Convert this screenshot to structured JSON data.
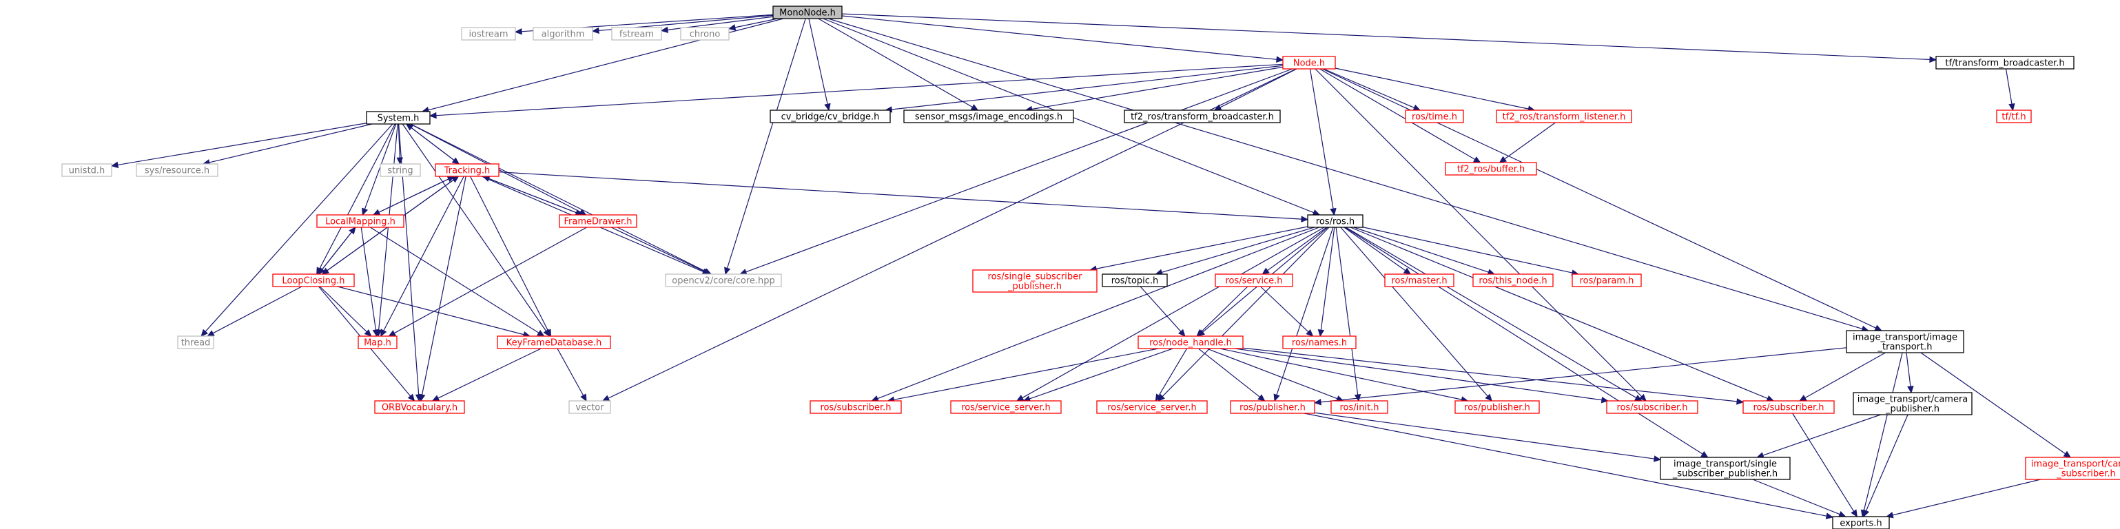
{
  "title": "MonoNode.h",
  "colors": {
    "edge": "#191970",
    "text_default": "#000000",
    "text_missing": "#ff0000",
    "border_normal": "#000000",
    "border_missing": "#ff0000",
    "border_system": "#bfbfbf",
    "text_system": "#7f7f7f",
    "root_fill": "#bfbfbf"
  },
  "nodes": [
    {
      "id": "MonoNode_h",
      "label": "MonoNode.h",
      "kind": "root"
    },
    {
      "id": "iostream",
      "label": "iostream",
      "kind": "system"
    },
    {
      "id": "algorithm",
      "label": "algorithm",
      "kind": "system"
    },
    {
      "id": "fstream",
      "label": "fstream",
      "kind": "system"
    },
    {
      "id": "chrono",
      "label": "chrono",
      "kind": "system"
    },
    {
      "id": "Node_h",
      "label": "Node.h",
      "kind": "missing"
    },
    {
      "id": "tf_tb",
      "label": "tf/transform_broadcaster.h",
      "kind": "normal"
    },
    {
      "id": "tf_tf",
      "label": "tf/tf.h",
      "kind": "missing"
    },
    {
      "id": "System_h",
      "label": "System.h",
      "kind": "normal"
    },
    {
      "id": "cv_bridge",
      "label": "cv_bridge/cv_bridge.h",
      "kind": "normal"
    },
    {
      "id": "sensor_msgs",
      "label": "sensor_msgs/image_encodings.h",
      "kind": "normal"
    },
    {
      "id": "tf2_tb",
      "label": "tf2_ros/transform_broadcaster.h",
      "kind": "normal"
    },
    {
      "id": "ros_time",
      "label": "ros/time.h",
      "kind": "missing"
    },
    {
      "id": "tf2_tl",
      "label": "tf2_ros/transform_listener.h",
      "kind": "missing"
    },
    {
      "id": "tf2_buffer",
      "label": "tf2_ros/buffer.h",
      "kind": "missing"
    },
    {
      "id": "unistd",
      "label": "unistd.h",
      "kind": "system"
    },
    {
      "id": "sys_resource",
      "label": "sys/resource.h",
      "kind": "system"
    },
    {
      "id": "string",
      "label": "string",
      "kind": "system"
    },
    {
      "id": "Tracking_h",
      "label": "Tracking.h",
      "kind": "missing"
    },
    {
      "id": "LocalMapping_h",
      "label": "LocalMapping.h",
      "kind": "missing"
    },
    {
      "id": "FrameDrawer_h",
      "label": "FrameDrawer.h",
      "kind": "missing"
    },
    {
      "id": "LoopClosing_h",
      "label": "LoopClosing.h",
      "kind": "missing"
    },
    {
      "id": "opencv_core",
      "label": "opencv2/core/core.hpp",
      "kind": "system"
    },
    {
      "id": "thread",
      "label": "thread",
      "kind": "system"
    },
    {
      "id": "Map_h",
      "label": "Map.h",
      "kind": "missing"
    },
    {
      "id": "KeyFrameDatabase_h",
      "label": "KeyFrameDatabase.h",
      "kind": "missing"
    },
    {
      "id": "ORBVocabulary_h",
      "label": "ORBVocabulary.h",
      "kind": "missing"
    },
    {
      "id": "vector",
      "label": "vector",
      "kind": "system"
    },
    {
      "id": "ros_ros",
      "label": "ros/ros.h",
      "kind": "normal"
    },
    {
      "id": "ros_ssp",
      "label": "ros/single_subscriber\n_publisher.h",
      "kind": "missing"
    },
    {
      "id": "ros_topic",
      "label": "ros/topic.h",
      "kind": "normal"
    },
    {
      "id": "ros_service",
      "label": "ros/service.h",
      "kind": "missing"
    },
    {
      "id": "ros_master",
      "label": "ros/master.h",
      "kind": "missing"
    },
    {
      "id": "ros_this_node",
      "label": "ros/this_node.h",
      "kind": "missing"
    },
    {
      "id": "ros_param",
      "label": "ros/param.h",
      "kind": "missing"
    },
    {
      "id": "ros_node_handle",
      "label": "ros/node_handle.h",
      "kind": "missing"
    },
    {
      "id": "ros_names",
      "label": "ros/names.h",
      "kind": "missing"
    },
    {
      "id": "it_image_transport",
      "label": "image_transport/image\n_transport.h",
      "kind": "normal"
    },
    {
      "id": "ros_subscriber_1",
      "label": "ros/subscriber.h",
      "kind": "missing"
    },
    {
      "id": "ros_service_server_1",
      "label": "ros/service_server.h",
      "kind": "missing"
    },
    {
      "id": "ros_service_server_2",
      "label": "ros/service_server.h",
      "kind": "missing"
    },
    {
      "id": "ros_publisher_1",
      "label": "ros/publisher.h",
      "kind": "missing"
    },
    {
      "id": "ros_init",
      "label": "ros/init.h",
      "kind": "missing"
    },
    {
      "id": "ros_publisher_2",
      "label": "ros/publisher.h",
      "kind": "missing"
    },
    {
      "id": "ros_subscriber_2",
      "label": "ros/subscriber.h",
      "kind": "missing"
    },
    {
      "id": "ros_subscriber_3",
      "label": "ros/subscriber.h",
      "kind": "missing"
    },
    {
      "id": "it_camera_publisher",
      "label": "image_transport/camera\n_publisher.h",
      "kind": "normal"
    },
    {
      "id": "it_camera_subscriber",
      "label": "image_transport/camera\n_subscriber.h",
      "kind": "missing"
    },
    {
      "id": "it_single_subscriber_publisher",
      "label": "image_transport/single\n_subscriber_publisher.h",
      "kind": "normal"
    },
    {
      "id": "exports",
      "label": "exports.h",
      "kind": "normal"
    }
  ],
  "edges": [
    [
      "MonoNode_h",
      "iostream"
    ],
    [
      "MonoNode_h",
      "algorithm"
    ],
    [
      "MonoNode_h",
      "fstream"
    ],
    [
      "MonoNode_h",
      "chrono"
    ],
    [
      "MonoNode_h",
      "Node_h"
    ],
    [
      "MonoNode_h",
      "tf_tb"
    ],
    [
      "MonoNode_h",
      "System_h"
    ],
    [
      "MonoNode_h",
      "cv_bridge"
    ],
    [
      "MonoNode_h",
      "sensor_msgs"
    ],
    [
      "MonoNode_h",
      "opencv_core"
    ],
    [
      "MonoNode_h",
      "ros_ros"
    ],
    [
      "MonoNode_h",
      "it_image_transport"
    ],
    [
      "tf_tb",
      "tf_tf"
    ],
    [
      "Node_h",
      "System_h"
    ],
    [
      "Node_h",
      "cv_bridge"
    ],
    [
      "Node_h",
      "sensor_msgs"
    ],
    [
      "Node_h",
      "tf2_tb"
    ],
    [
      "Node_h",
      "ros_time"
    ],
    [
      "Node_h",
      "tf2_tl"
    ],
    [
      "Node_h",
      "tf2_buffer"
    ],
    [
      "Node_h",
      "ros_ros"
    ],
    [
      "Node_h",
      "opencv_core"
    ],
    [
      "Node_h",
      "vector"
    ],
    [
      "Node_h",
      "it_image_transport"
    ],
    [
      "Node_h",
      "ros_subscriber_2"
    ],
    [
      "tf2_tl",
      "tf2_buffer"
    ],
    [
      "System_h",
      "unistd"
    ],
    [
      "System_h",
      "sys_resource"
    ],
    [
      "System_h",
      "string"
    ],
    [
      "System_h",
      "Tracking_h"
    ],
    [
      "System_h",
      "LocalMapping_h"
    ],
    [
      "System_h",
      "FrameDrawer_h"
    ],
    [
      "System_h",
      "LoopClosing_h"
    ],
    [
      "System_h",
      "opencv_core"
    ],
    [
      "System_h",
      "thread"
    ],
    [
      "System_h",
      "Map_h"
    ],
    [
      "System_h",
      "KeyFrameDatabase_h"
    ],
    [
      "System_h",
      "ORBVocabulary_h"
    ],
    [
      "Tracking_h",
      "System_h"
    ],
    [
      "Tracking_h",
      "LocalMapping_h"
    ],
    [
      "Tracking_h",
      "FrameDrawer_h"
    ],
    [
      "Tracking_h",
      "LoopClosing_h"
    ],
    [
      "Tracking_h",
      "Map_h"
    ],
    [
      "Tracking_h",
      "KeyFrameDatabase_h"
    ],
    [
      "Tracking_h",
      "ORBVocabulary_h"
    ],
    [
      "Tracking_h",
      "opencv_core"
    ],
    [
      "Tracking_h",
      "ros_ros"
    ],
    [
      "LocalMapping_h",
      "Tracking_h"
    ],
    [
      "LocalMapping_h",
      "LoopClosing_h"
    ],
    [
      "LocalMapping_h",
      "Map_h"
    ],
    [
      "LocalMapping_h",
      "KeyFrameDatabase_h"
    ],
    [
      "FrameDrawer_h",
      "Tracking_h"
    ],
    [
      "FrameDrawer_h",
      "Map_h"
    ],
    [
      "FrameDrawer_h",
      "opencv_core"
    ],
    [
      "LoopClosing_h",
      "Tracking_h"
    ],
    [
      "LoopClosing_h",
      "LocalMapping_h"
    ],
    [
      "LoopClosing_h",
      "Map_h"
    ],
    [
      "LoopClosing_h",
      "KeyFrameDatabase_h"
    ],
    [
      "LoopClosing_h",
      "ORBVocabulary_h"
    ],
    [
      "LoopClosing_h",
      "thread"
    ],
    [
      "KeyFrameDatabase_h",
      "ORBVocabulary_h"
    ],
    [
      "KeyFrameDatabase_h",
      "vector"
    ],
    [
      "ros_ros",
      "ros_ssp"
    ],
    [
      "ros_ros",
      "ros_topic"
    ],
    [
      "ros_ros",
      "ros_service"
    ],
    [
      "ros_ros",
      "ros_master"
    ],
    [
      "ros_ros",
      "ros_this_node"
    ],
    [
      "ros_ros",
      "ros_param"
    ],
    [
      "ros_ros",
      "ros_node_handle"
    ],
    [
      "ros_ros",
      "ros_names"
    ],
    [
      "ros_ros",
      "ros_subscriber_1"
    ],
    [
      "ros_ros",
      "ros_service_server_1"
    ],
    [
      "ros_ros",
      "ros_service_server_2"
    ],
    [
      "ros_ros",
      "ros_publisher_1"
    ],
    [
      "ros_ros",
      "ros_init"
    ],
    [
      "ros_ros",
      "ros_publisher_2"
    ],
    [
      "ros_ros",
      "ros_subscriber_2"
    ],
    [
      "ros_ros",
      "ros_subscriber_3"
    ],
    [
      "ros_ros",
      "it_single_subscriber_publisher"
    ],
    [
      "ros_topic",
      "ros_node_handle"
    ],
    [
      "ros_service",
      "ros_node_handle"
    ],
    [
      "ros_service",
      "ros_names"
    ],
    [
      "ros_node_handle",
      "ros_subscriber_1"
    ],
    [
      "ros_node_handle",
      "ros_service_server_1"
    ],
    [
      "ros_node_handle",
      "ros_service_server_2"
    ],
    [
      "ros_node_handle",
      "ros_publisher_1"
    ],
    [
      "ros_node_handle",
      "ros_init"
    ],
    [
      "ros_node_handle",
      "ros_publisher_2"
    ],
    [
      "ros_node_handle",
      "ros_subscriber_2"
    ],
    [
      "ros_node_handle",
      "ros_subscriber_3"
    ],
    [
      "it_image_transport",
      "ros_publisher_1"
    ],
    [
      "it_image_transport",
      "ros_subscriber_3"
    ],
    [
      "it_image_transport",
      "it_camera_publisher"
    ],
    [
      "it_image_transport",
      "it_camera_subscriber"
    ],
    [
      "it_image_transport",
      "exports"
    ],
    [
      "ros_publisher_1",
      "it_single_subscriber_publisher"
    ],
    [
      "ros_publisher_1",
      "exports"
    ],
    [
      "ros_subscriber_3",
      "exports"
    ],
    [
      "it_camera_publisher",
      "it_single_subscriber_publisher"
    ],
    [
      "it_camera_publisher",
      "exports"
    ],
    [
      "it_camera_subscriber",
      "exports"
    ],
    [
      "it_single_subscriber_publisher",
      "exports"
    ]
  ]
}
